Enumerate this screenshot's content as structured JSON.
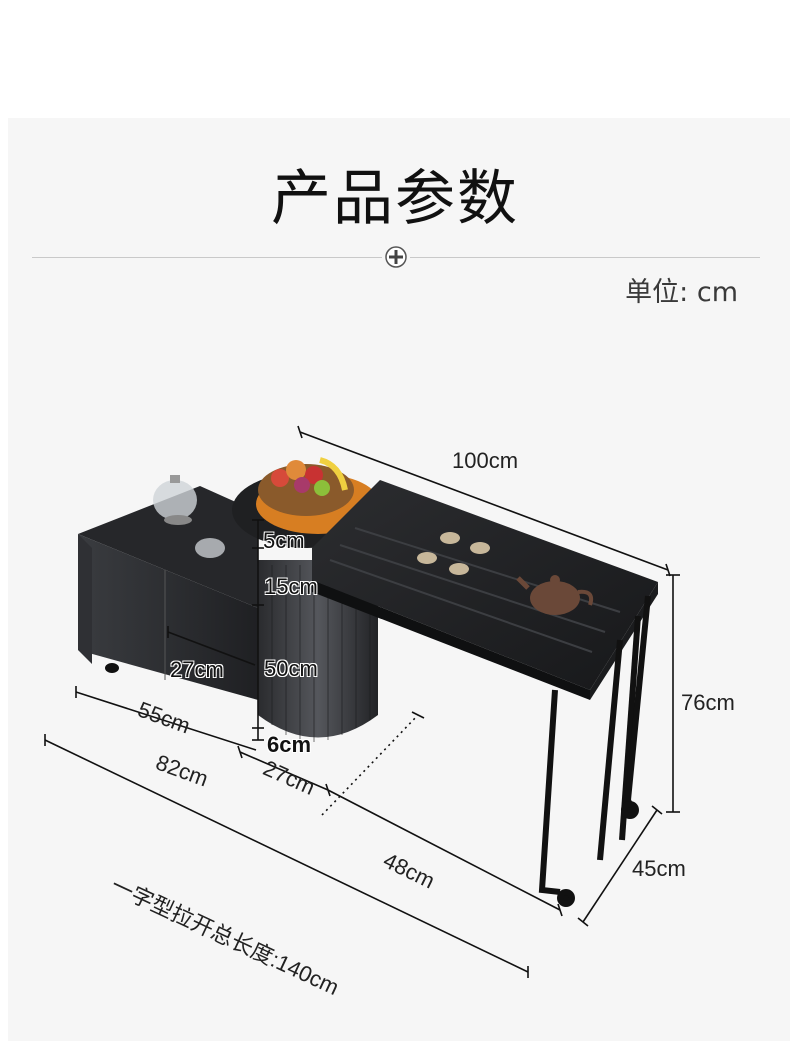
{
  "header": {
    "title": "产品参数",
    "unit": "单位: cm"
  },
  "dimensions": {
    "width_top": "100cm",
    "height_total": "76cm",
    "depth": "45cm",
    "top_thickness": "5cm",
    "shelf_gap": "15cm",
    "cabinet_height": "50cm",
    "drawer_width": "27cm",
    "base_gap": "6cm",
    "cabinet_depth": "55cm",
    "cabinet_length": "82cm",
    "pedestal_width": "27cm",
    "extension": "48cm",
    "total_length": "一字型拉开总长度:140cm"
  },
  "icons": {
    "divider_marker": "cross-icon",
    "fruit_bowl": "fruit-bowl-icon",
    "kettle": "glass-kettle-icon",
    "teapot": "teapot-icon",
    "teacups": "teacup-icon"
  },
  "colors": {
    "furniture": "#2b2d30",
    "tray": "#d77e22",
    "line": "#111111"
  }
}
